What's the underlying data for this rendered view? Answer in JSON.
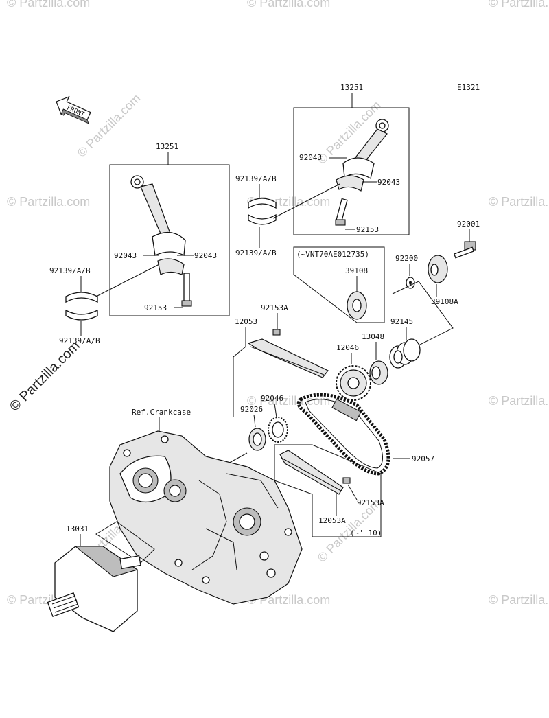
{
  "diagram_id": "E1321",
  "front_label": "FRONT",
  "watermark": "© Partzilla.com",
  "reference_label": "Ref.Crankcase",
  "serial_note": "(~VNT70AE012735)",
  "year_note": "(~' 10)",
  "labels": {
    "p13251_left": "13251",
    "p13251_right": "13251",
    "p92139_l1": "92139/A/B",
    "p92139_l2": "92139/A/B",
    "p92139_m1": "92139/A/B",
    "p92139_m2": "92139/A/B",
    "p92043_l1": "92043",
    "p92043_l2": "92043",
    "p92043_r1": "92043",
    "p92043_r2": "92043",
    "p92153_l": "92153",
    "p92153_r": "92153",
    "p39108": "39108",
    "p39108A": "39108A",
    "p92001": "92001",
    "p92200": "92200",
    "p92145": "92145",
    "p13048": "13048",
    "p12046": "12046",
    "p12053": "12053",
    "p92153A_top": "92153A",
    "p92153A_bot": "92153A",
    "p12053A": "12053A",
    "p92046": "92046",
    "p92026": "92026",
    "p92057": "92057",
    "p13031": "13031"
  }
}
